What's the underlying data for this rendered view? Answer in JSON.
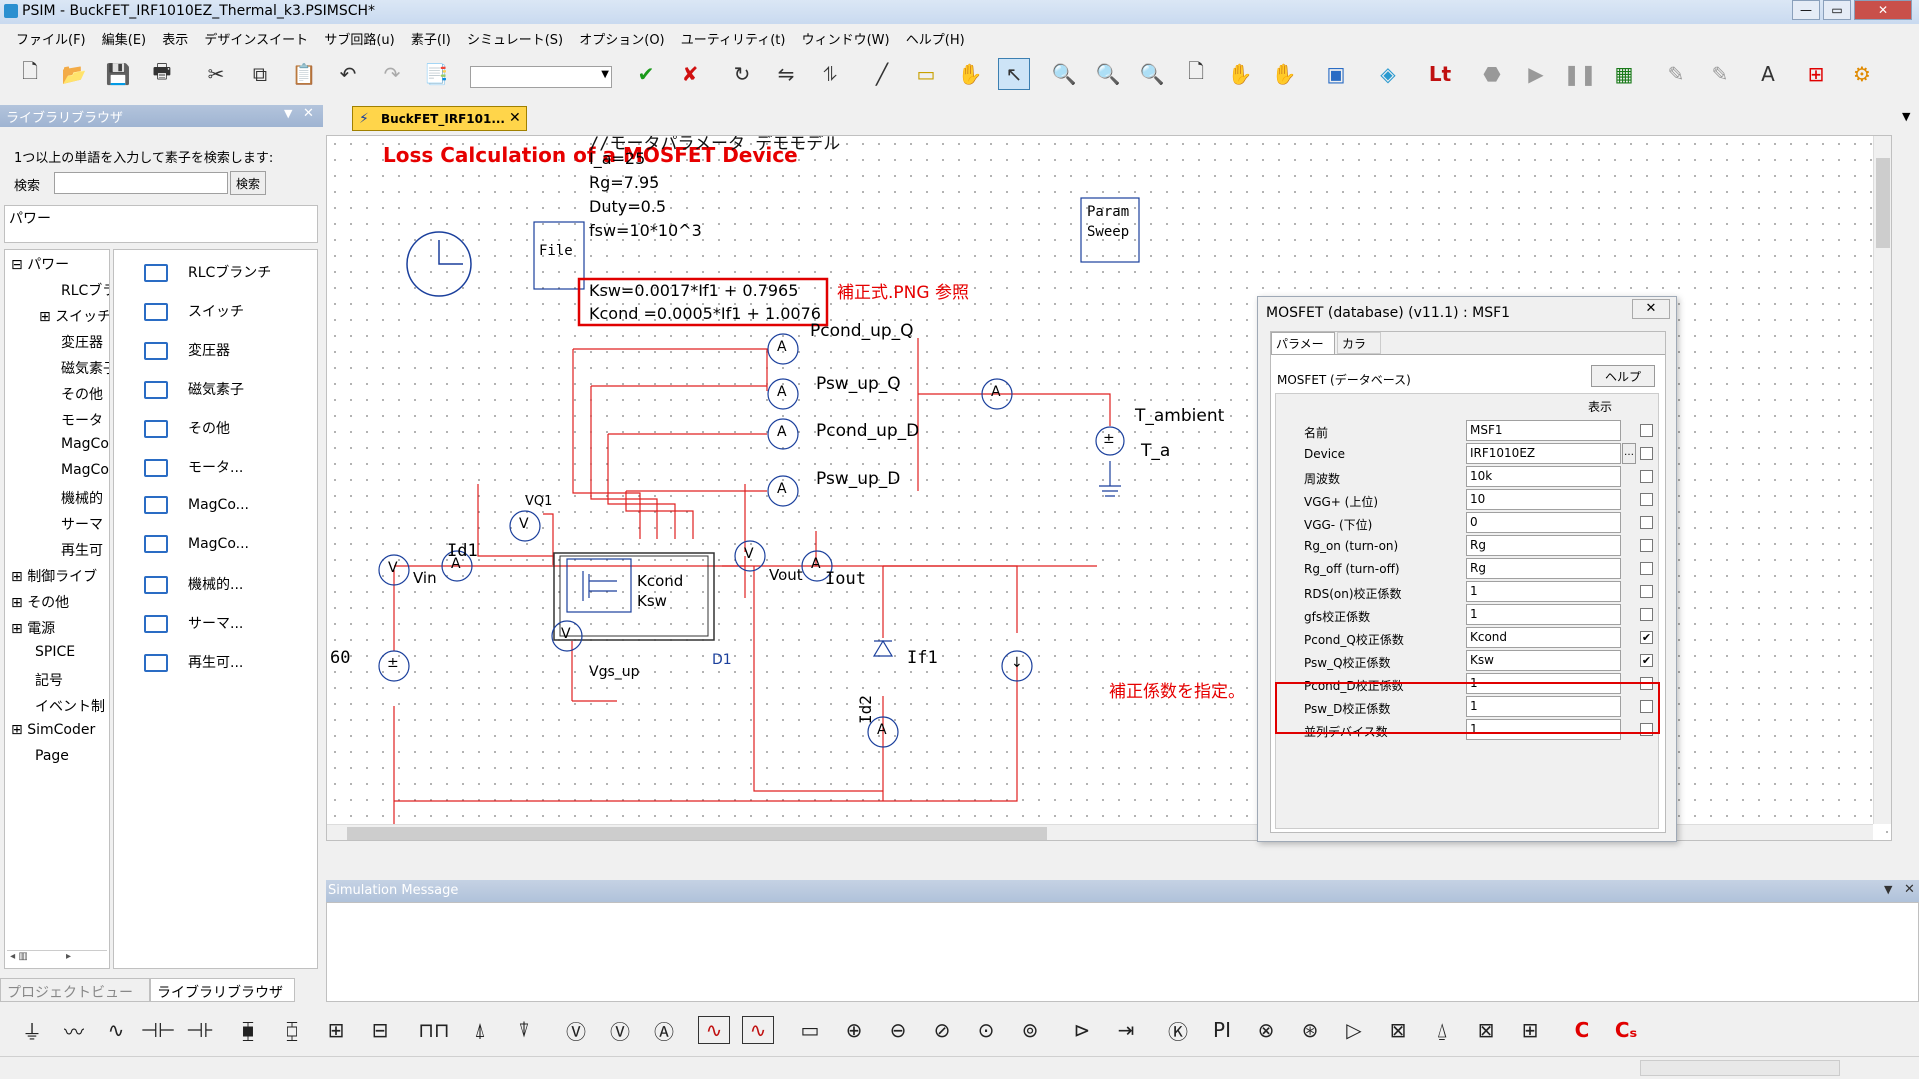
{
  "window": {
    "title": "PSIM - BuckFET_IRF1010EZ_Thermal_k3.PSIMSCH*",
    "min": "—",
    "max": "▭",
    "close": "✕"
  },
  "menu": [
    "ファイル(F)",
    "編集(E)",
    "表示",
    "デザインスイート",
    "サブ回路(u)",
    "素子(I)",
    "シミュレート(S)",
    "オプション(O)",
    "ユーティリティ(t)",
    "ウィンドウ(W)",
    "ヘルプ(H)"
  ],
  "library": {
    "header": "ライブラリブラウザ",
    "hint": "1つ以上の単語を入力して素子を検索します:",
    "search_label": "検索",
    "search_button": "検索",
    "power_label": "パワー",
    "tree": [
      "パワー",
      "RLCブラ",
      "スイッチ",
      "変圧器",
      "磁気素子",
      "その他",
      "モータ",
      "MagCo",
      "MagCo",
      "機械的",
      "サーマ",
      "再生可",
      "制御ライブ",
      "その他",
      "電源",
      "SPICE",
      "記号",
      "イベント制",
      "SimCoder",
      "Page"
    ],
    "folders": [
      "RLCブランチ",
      "スイッチ",
      "変圧器",
      "磁気素子",
      "その他",
      "モータ...",
      "MagCo...",
      "MagCo...",
      "機械的...",
      "サーマ...",
      "再生可..."
    ],
    "tab_project": "プロジェクトビュー",
    "tab_library": "ライブラリブラウザ"
  },
  "doc_tab": "BuckFET_IRF101...",
  "canvas": {
    "heading": "Loss Calculation of a MOSFET Device",
    "comment": "//モータパラメータ デモモデル",
    "params": [
      "I_a=25",
      "Rg=7.95",
      "Duty=0.5",
      "fsw=10*10^3"
    ],
    "formula1": "Ksw=0.0017*If1 + 0.7965",
    "formula2": "Kcond =0.0005*If1 + 1.0076",
    "note_formula": "補正式.PNG 参照",
    "note_coeff": "補正係数を指定。",
    "file_block": "File",
    "param_sweep": [
      "Param",
      "Sweep"
    ],
    "meters": [
      "Pcond_up_Q",
      "Psw_up_Q",
      "Pcond_up_D",
      "Psw_up_D"
    ],
    "t_ambient": "T_ambient",
    "t_a": "T_a",
    "vq1": "VQ1",
    "vin": "Vin",
    "id1": "Id1",
    "kcond": "Kcond",
    "ksw": "Ksw",
    "vout": "Vout",
    "iout": "Iout",
    "d1": "D1",
    "if1": "If1",
    "id2": "Id2",
    "vgs_up": "Vgs_up",
    "source_val": "60",
    "v": "V",
    "a": "A"
  },
  "dialog": {
    "title": "MOSFET (database) (v11.1) : MSF1",
    "tab1": "パラメータ",
    "tab2": "カラー",
    "section": "MOSFET (データベース)",
    "help": "ヘルプ",
    "show": "表示",
    "rows": [
      {
        "label": "名前",
        "value": "MSF1",
        "checked": false
      },
      {
        "label": "Device",
        "value": "IRF1010EZ",
        "checked": false
      },
      {
        "label": "周波数",
        "value": "10k",
        "checked": false
      },
      {
        "label": "VGG+ (上位)",
        "value": "10",
        "checked": false
      },
      {
        "label": "VGG- (下位)",
        "value": "0",
        "checked": false
      },
      {
        "label": "Rg_on (turn-on)",
        "value": "Rg",
        "checked": false
      },
      {
        "label": "Rg_off (turn-off)",
        "value": "Rg",
        "checked": false
      },
      {
        "label": "RDS(on)校正係数",
        "value": "1",
        "checked": false
      },
      {
        "label": "gfs校正係数",
        "value": "1",
        "checked": false
      },
      {
        "label": "Pcond_Q校正係数",
        "value": "Kcond",
        "checked": true
      },
      {
        "label": "Psw_Q校正係数",
        "value": "Ksw",
        "checked": true
      },
      {
        "label": "Pcond_D校正係数",
        "value": "1",
        "checked": false
      },
      {
        "label": "Psw_D校正係数",
        "value": "1",
        "checked": false
      },
      {
        "label": "並列デバイス数",
        "value": "1",
        "checked": false
      }
    ]
  },
  "sim_message": "Simulation Message",
  "colors": {
    "accent_red": "#e60000",
    "wire_red": "#e02020",
    "component_blue": "#1a3f9c",
    "header_blue": "#9fb4d2"
  }
}
